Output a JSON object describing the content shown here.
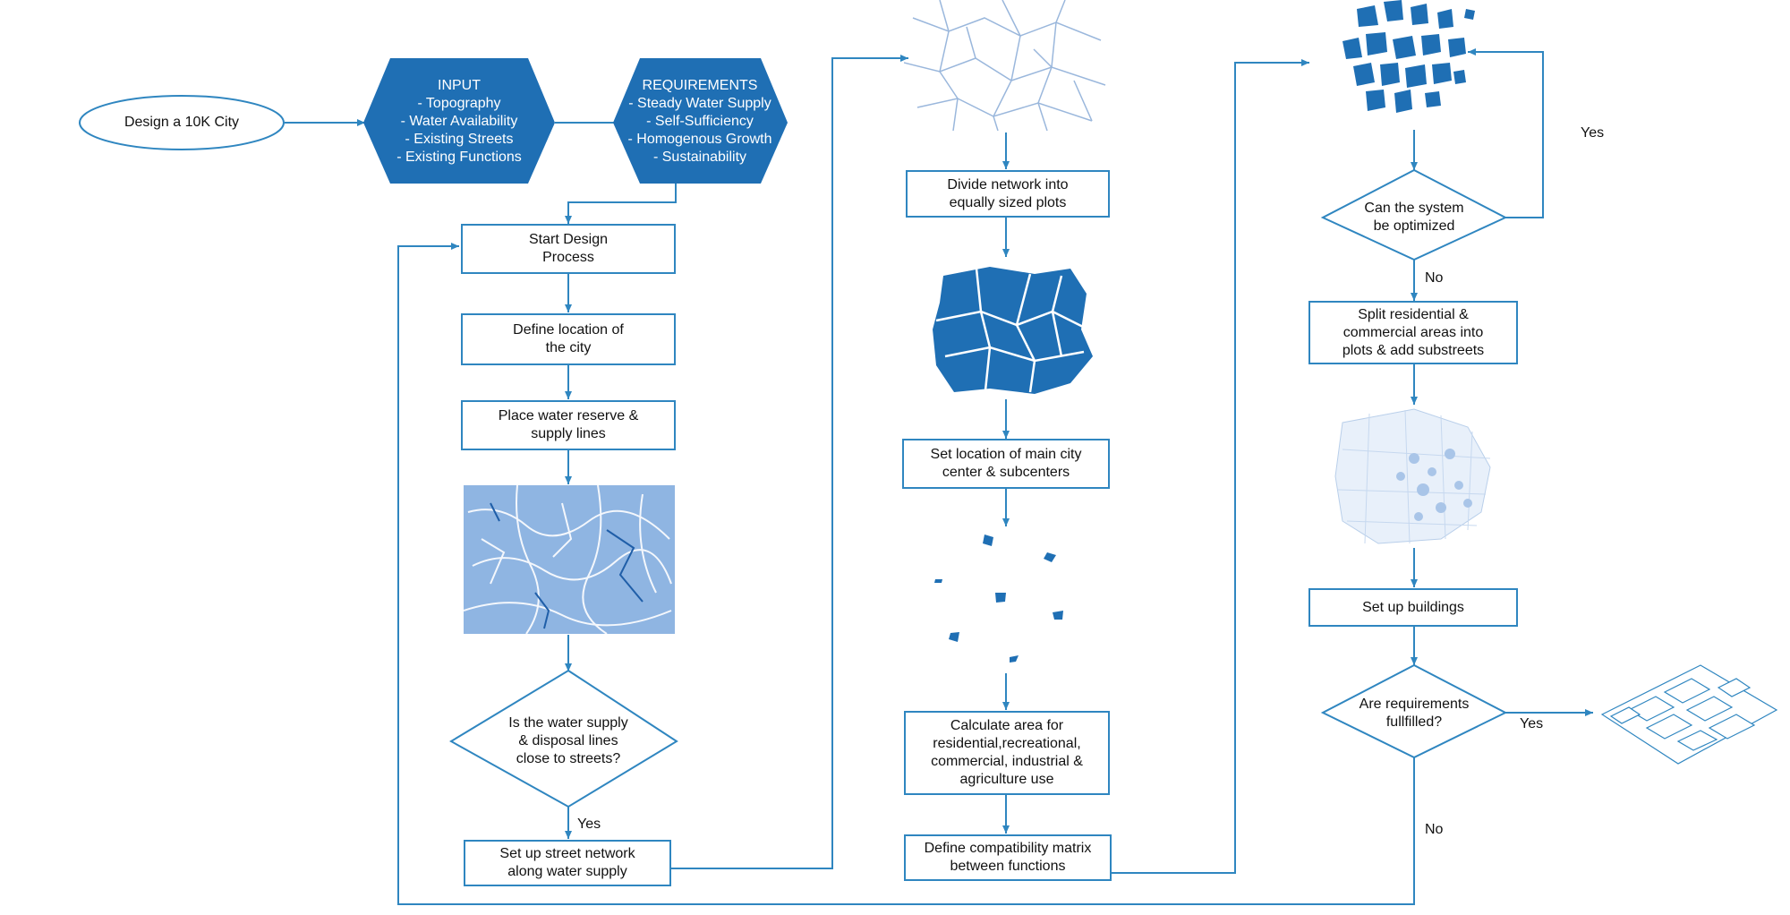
{
  "colors": {
    "accent": "#2f86c0",
    "fill": "#1f6fb4",
    "line": "#2f86c0"
  },
  "start_node": "Design a 10K City",
  "input_hex": {
    "title": "INPUT",
    "items": [
      "- Topography",
      "- Water Availability",
      "- Existing Streets",
      "- Existing Functions"
    ]
  },
  "requirements_hex": {
    "title": "REQUIREMENTS",
    "items": [
      "- Steady Water Supply",
      "- Self-Sufficiency",
      "- Homogenous Growth",
      "- Sustainability"
    ]
  },
  "column1": {
    "start_process": [
      "Start Design",
      "Process"
    ],
    "define_location": [
      "Define location of",
      "the city"
    ],
    "place_water": [
      "Place water reserve &",
      "supply lines"
    ],
    "decision_water": [
      "Is the water supply",
      "& disposal lines",
      "close to streets?"
    ],
    "yes_label": "Yes",
    "street_network": [
      "Set up street network",
      "along water supply"
    ]
  },
  "column2": {
    "divide_network": [
      "Divide network into",
      "equally sized plots"
    ],
    "set_center": [
      "Set location of main city",
      "center & subcenters"
    ],
    "calculate_area": [
      "Calculate area for",
      "residential,recreational,",
      "commercial, industrial &",
      "agriculture use"
    ],
    "compatibility": [
      "Define compatibility matrix",
      "between functions"
    ]
  },
  "column3": {
    "decision_optimize": [
      "Can the system",
      "be optimized"
    ],
    "yes_label": "Yes",
    "no_label": "No",
    "split_areas": [
      "Split residential &",
      "commercial areas into",
      "plots & add substreets"
    ],
    "set_buildings": "Set up buildings",
    "decision_requirements": [
      "Are requirements",
      "fullfilled?"
    ],
    "req_yes_label": "Yes",
    "req_no_label": "No"
  },
  "thumbnails": [
    "water-network-map",
    "street-network-map",
    "plots-map",
    "centers-map",
    "functions-map",
    "substreets-map",
    "buildings-axonometric"
  ]
}
